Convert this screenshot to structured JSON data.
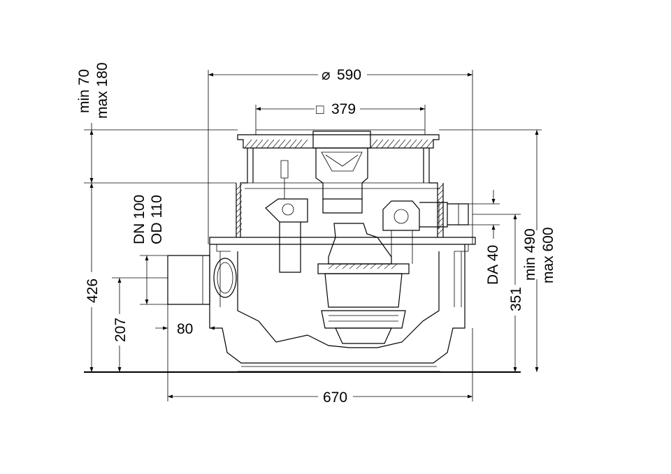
{
  "dimensions": {
    "diameter_top": "590",
    "square_inner": "379",
    "cover_min": "min 70",
    "cover_max": "max 180",
    "height_body": "426",
    "inlet_height": "207",
    "inlet_offset": "80",
    "inlet_dn": "DN 100",
    "inlet_od": "OD 110",
    "outlet_da": "DA 40",
    "outlet_height": "351",
    "total_min": "min 490",
    "total_max": "max 600",
    "width_base": "670"
  },
  "symbols": {
    "diameter": "⌀",
    "square": "□"
  }
}
